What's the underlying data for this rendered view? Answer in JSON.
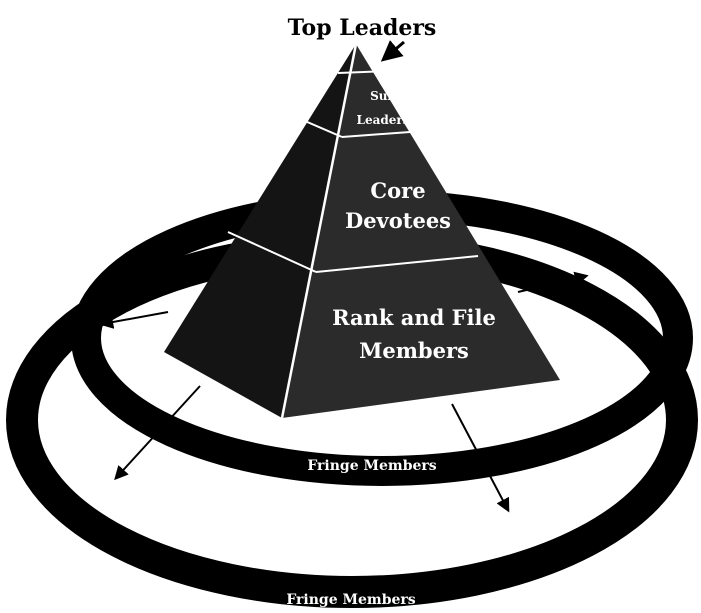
{
  "diagram": {
    "top_leaders": "Top Leaders",
    "sub_leaders_line1": "Sub",
    "sub_leaders_line2": "Leaders",
    "core_line1": "Core",
    "core_line2": "Devotees",
    "rank_line1": "Rank and File",
    "rank_line2": "Members",
    "fringe_inner": "Fringe Members",
    "fringe_outer": "Fringe Members"
  },
  "colors": {
    "ring": "#000000",
    "pyramid_front": "#2b2b2b",
    "pyramid_side": "#141414",
    "divider": "#ffffff",
    "text_light": "#ffffff",
    "text_dark": "#000000"
  }
}
